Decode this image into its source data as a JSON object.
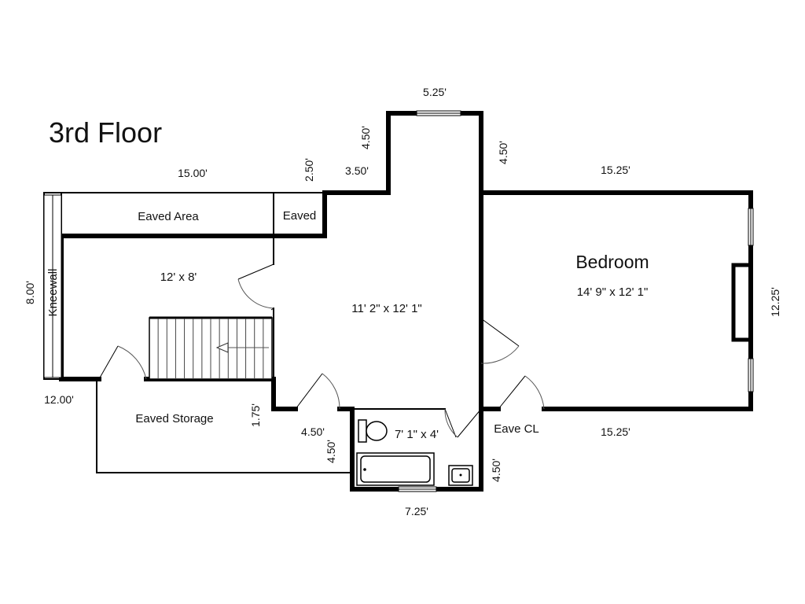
{
  "floor_title": "3rd Floor",
  "rooms": {
    "bedroom_name": "Bedroom",
    "bedroom_size": "14' 9\" x 12' 1\"",
    "hall_size": "11' 2\" x 12' 1\"",
    "stair_room_size": "12' x 8'",
    "bath_size": "7' 1\" x 4'",
    "eaved_area": "Eaved Area",
    "eaved": "Eaved",
    "kneewall": "Kneewall",
    "eaved_storage": "Eaved Storage",
    "eave_cl": "Eave CL"
  },
  "dimensions": {
    "d_15_00": "15.00'",
    "d_2_50": "2.50'",
    "d_3_50": "3.50'",
    "d_4_50_a": "4.50'",
    "d_5_25": "5.25'",
    "d_4_50_b": "4.50'",
    "d_15_25_top": "15.25'",
    "d_12_25": "12.25'",
    "d_15_25_bottom": "15.25'",
    "d_8_00": "8.00'",
    "d_12_00": "12.00'",
    "d_1_75": "1.75'",
    "d_4_50_c": "4.50'",
    "d_4_50_d": "4.50'",
    "d_4_50_e": "4.50'",
    "d_7_25": "7.25'"
  }
}
